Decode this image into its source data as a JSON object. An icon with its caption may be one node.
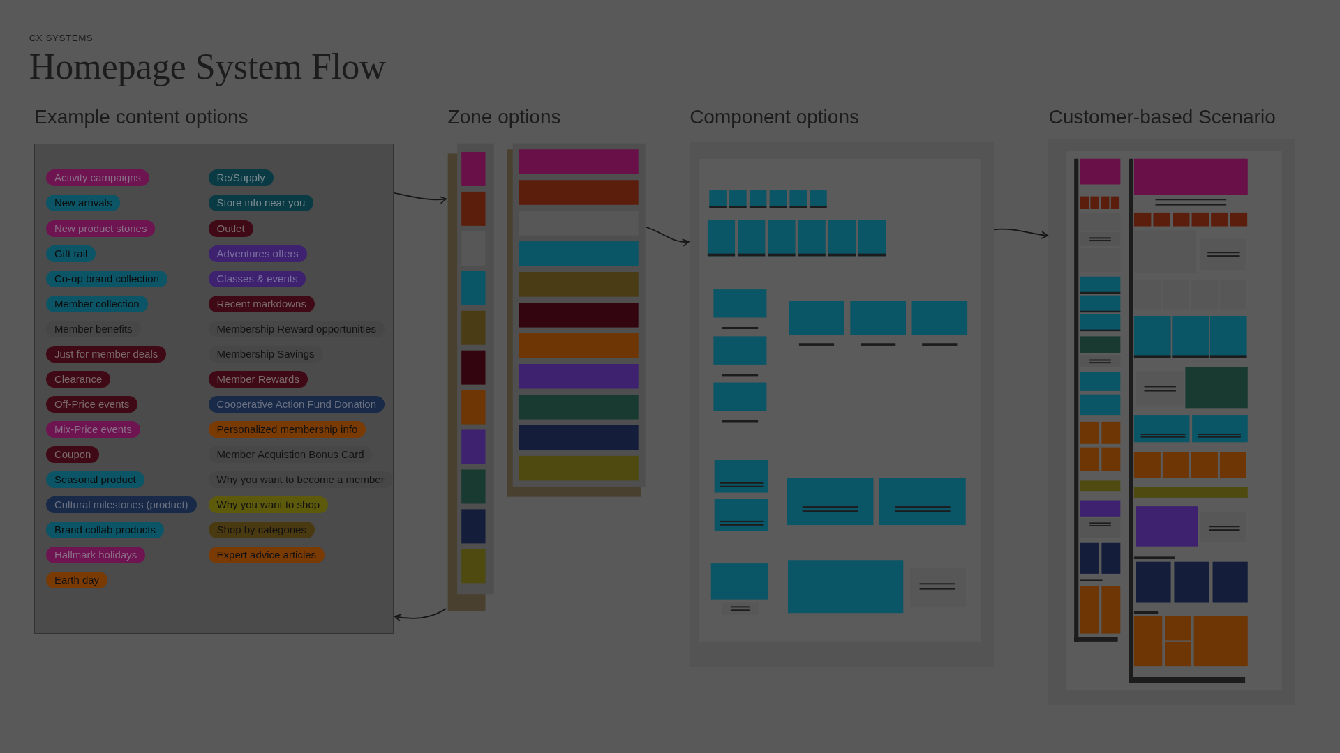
{
  "diagram": {
    "title": "Homepage System Flow",
    "labels": [
      "CX SYSTEMS"
    ],
    "nodes": [
      {
        "text": [
          "Example content options"
        ]
      },
      {
        "text": [
          "Zone options"
        ]
      },
      {
        "text": [
          "Component options"
        ]
      },
      {
        "text": [
          "Customer-based Scenario"
        ]
      },
      {
        "text": [
          "Activity campaigns"
        ],
        "in": 0
      },
      {
        "text": [
          "New arrivals"
        ],
        "in": 0
      },
      {
        "text": [
          "New product stories"
        ],
        "in": 0
      },
      {
        "text": [
          "Gift rail"
        ],
        "in": 0
      },
      {
        "text": [
          "Co-op brand collection"
        ],
        "in": 0
      },
      {
        "text": [
          "Member collection"
        ],
        "in": 0
      },
      {
        "text": [
          "Member benefits"
        ],
        "in": 0
      },
      {
        "text": [
          "Just for member deals"
        ],
        "in": 0
      },
      {
        "text": [
          "Clearance"
        ],
        "in": 0
      },
      {
        "text": [
          "Off-Price events"
        ],
        "in": 0
      },
      {
        "text": [
          "Mix-Price events"
        ],
        "in": 0
      },
      {
        "text": [
          "Coupon"
        ],
        "in": 0
      },
      {
        "text": [
          "Seasonal product"
        ],
        "in": 0
      },
      {
        "text": [
          "Cultural milestones (product)"
        ],
        "in": 0
      },
      {
        "text": [
          "Brand collab products"
        ],
        "in": 0
      },
      {
        "text": [
          "Hallmark holidays"
        ],
        "in": 0
      },
      {
        "text": [
          "Earth day"
        ],
        "in": 0
      },
      {
        "text": [
          "Re/Supply"
        ],
        "in": 0
      },
      {
        "text": [
          "Store info near you"
        ],
        "in": 0
      },
      {
        "text": [
          "Outlet"
        ],
        "in": 0
      },
      {
        "text": [
          "Adventures offers"
        ],
        "in": 0
      },
      {
        "text": [
          "Classes & events"
        ],
        "in": 0
      },
      {
        "text": [
          "Recent markdowns"
        ],
        "in": 0
      },
      {
        "text": [
          "Membership Reward opportunities"
        ],
        "in": 0
      },
      {
        "text": [
          "Membership Savings"
        ],
        "in": 0
      },
      {
        "text": [
          "Member Rewards"
        ],
        "in": 0
      },
      {
        "text": [
          "Cooperative Action Fund Donation"
        ],
        "in": 0
      },
      {
        "text": [
          "Personalized membership info"
        ],
        "in": 0
      },
      {
        "text": [
          "Member Acquistion Bonus Card"
        ],
        "in": 0
      },
      {
        "text": [
          "Why you want to become a member"
        ],
        "in": 0
      },
      {
        "text": [
          "Why you want to shop"
        ],
        "in": 0
      },
      {
        "text": [
          "Shop by categories"
        ],
        "in": 0
      },
      {
        "text": [
          "Expert advice articles"
        ],
        "in": 0
      }
    ],
    "edges": [
      {
        "from": 0,
        "to": 1,
        "arrow": "to"
      },
      {
        "from": 1,
        "to": 2,
        "arrow": "to"
      },
      {
        "from": 2,
        "to": 3,
        "arrow": "to"
      },
      {
        "from": 1,
        "to": 0,
        "arrow": "to"
      }
    ]
  }
}
